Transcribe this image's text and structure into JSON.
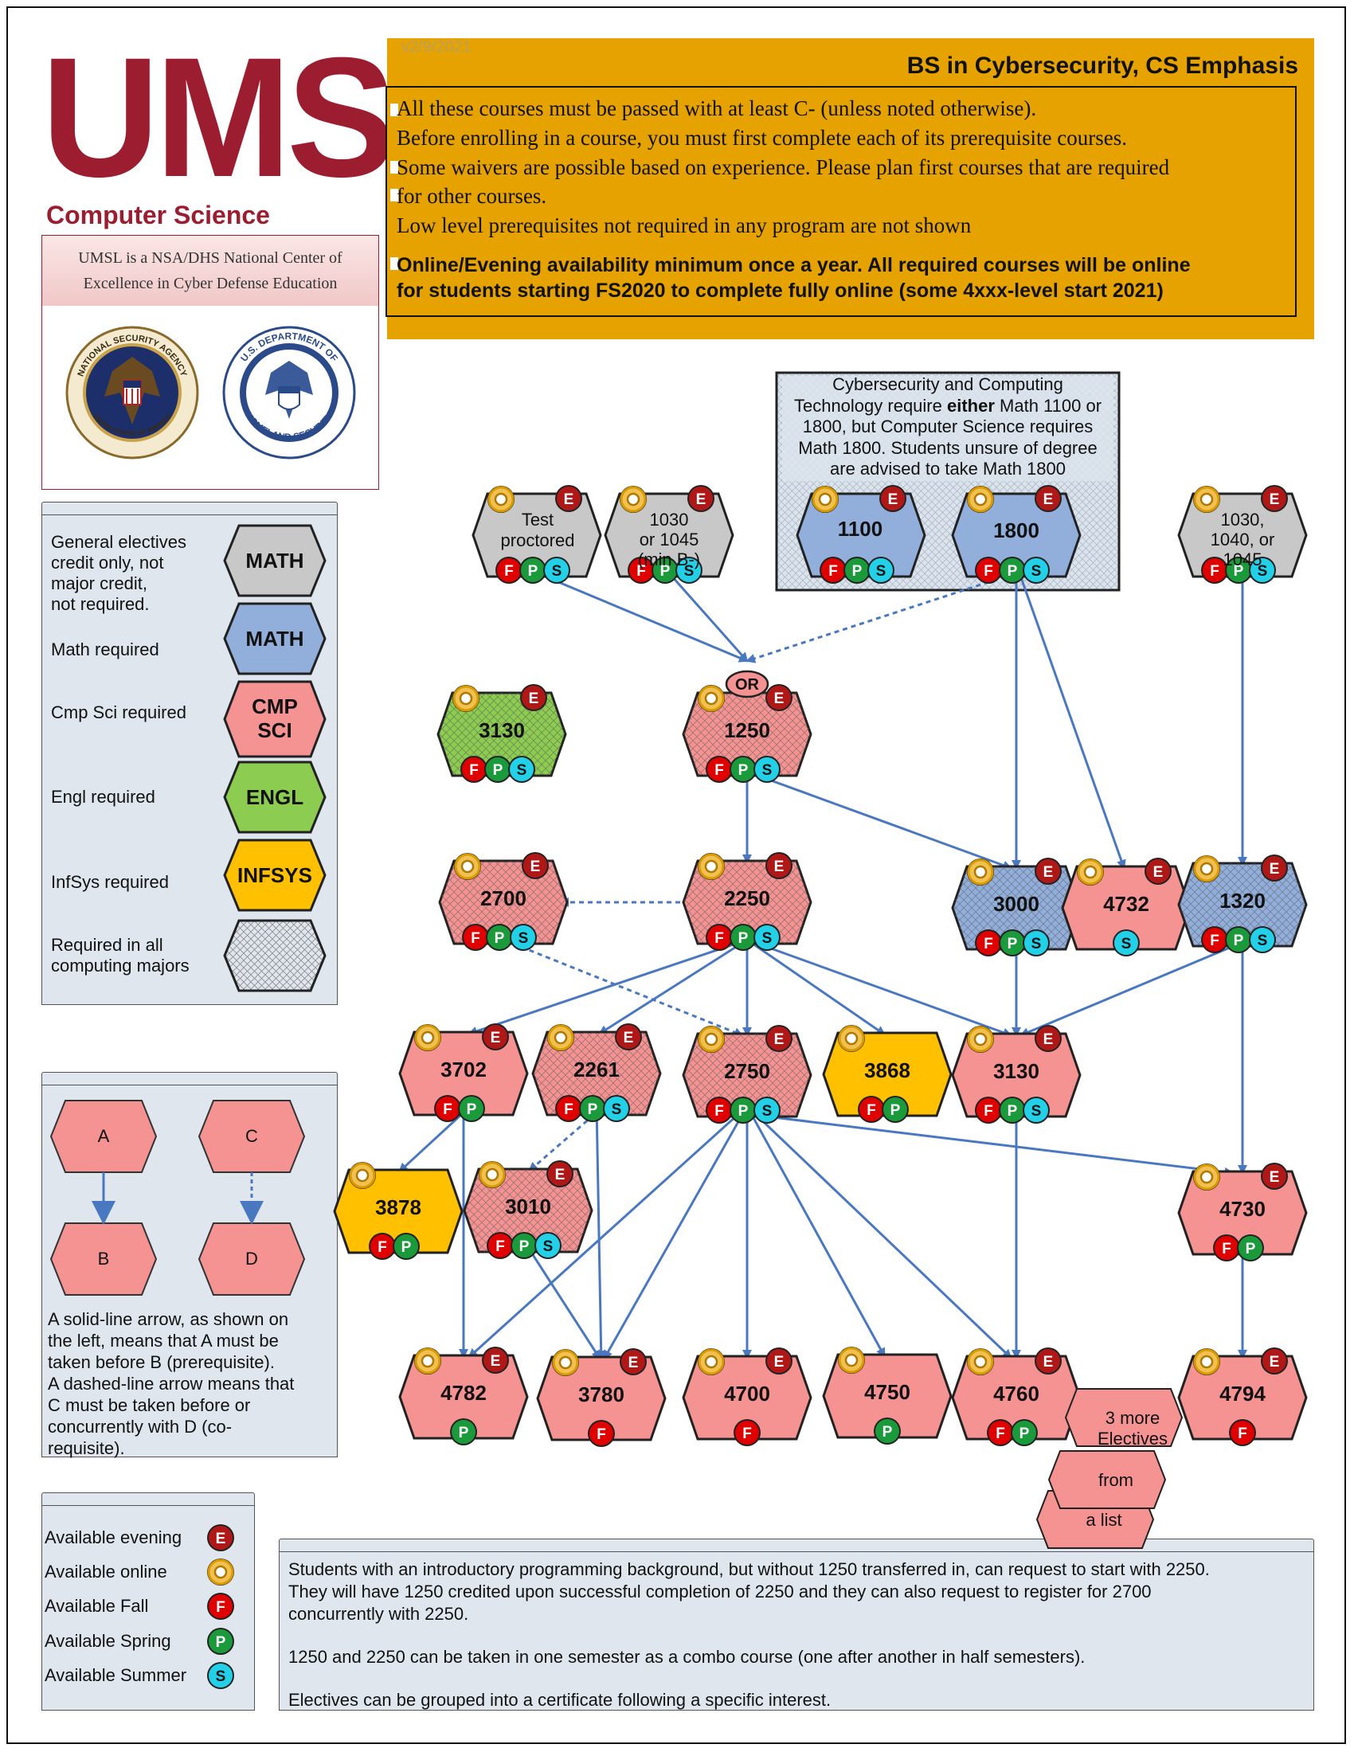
{
  "header": {
    "logo_text": "UMSL",
    "department": "Computer Science",
    "ncae_text_line1": "UMSL is a NSA/DHS National Center of",
    "ncae_text_line2": "Excellence in Cyber Defense Education",
    "nsa_seal_text": "NATIONAL SECURITY AGENCY",
    "nsa_seal_bottom": "UNITED STATES OF AMERICA",
    "dhs_seal_text": "U.S. DEPARTMENT OF",
    "dhs_seal_bottom": "HOMELAND SECURITY",
    "version": "v2/9/2021",
    "program_title": "BS in Cybersecurity, CS Emphasis"
  },
  "rules": {
    "line1": "All these courses must be passed with at least C- (unless noted otherwise).",
    "line2": "Before enrolling in a course, you must first complete each of its prerequisite courses.",
    "line3a": "Some waivers are possible based on experience. Please plan first courses that are required",
    "line3b": "for other courses.",
    "line4": "Low level prerequisites not required in any program are not shown",
    "online1": "Online/Evening availability minimum once a year. All required courses will be online",
    "online2": "for students starting FS2020 to complete fully online (some 4xxx-level start 2021)"
  },
  "legend_types": {
    "general_line1": "General electives",
    "general_line2": "credit only, not",
    "general_line3": "major credit,",
    "general_line4": "not required.",
    "general_hex": "MATH",
    "math_label": "Math required",
    "math_hex": "MATH",
    "cmp_label": "Cmp Sci required",
    "cmp_hex_line1": "CMP",
    "cmp_hex_line2": "SCI",
    "engl_label": "Engl required",
    "engl_hex": "ENGL",
    "infsys_label": "InfSys required",
    "infsys_hex": "INFSYS",
    "all_line1": "Required in all",
    "all_line2": "computing majors"
  },
  "legend_arrows": {
    "a": "A",
    "b": "B",
    "c": "C",
    "d": "D",
    "l1": "A solid-line arrow, as shown on",
    "l2": "the left, means that A must be",
    "l3": "taken before  B (prerequisite).",
    "l4": "A dashed-line arrow means that",
    "l5": "C must be taken before or",
    "l6": "concurrently with D (co-",
    "l7": "requisite)."
  },
  "legend_avail": {
    "evening": "Available evening",
    "online": "Available online",
    "fall": "Available Fall",
    "spring": "Available Spring",
    "summer": "Available Summer"
  },
  "badges": {
    "evening": "E",
    "online": "O",
    "fall": "F",
    "spring": "P",
    "summer": "S",
    "or": "OR"
  },
  "math_note": {
    "l1": "Cybersecurity and Computing",
    "l2_pre": "Technology require ",
    "l2_bold": "either",
    "l2_post": " Math 1100 or",
    "l3": "1800, but Computer Science requires",
    "l4": "Math 1800. Students unsure of degree",
    "l5": "are advised to take Math 1800"
  },
  "nodes": {
    "test_l1": "Test",
    "test_l2": "proctored",
    "m1030a_l1": "1030",
    "m1030a_l2": "or 1045",
    "m1030a_l3": "(min B-)",
    "m1100": "1100",
    "m1800": "1800",
    "m1030b_l1": "1030,",
    "m1030b_l2": "1040, or",
    "m1030b_l3": "1045",
    "e3130": "3130",
    "c1250": "1250",
    "c2700": "2700",
    "c2250": "2250",
    "c3000": "3000",
    "c4732": "4732",
    "c1320": "1320",
    "c3702": "3702",
    "c2261": "2261",
    "c2750": "2750",
    "c3868": "3868",
    "c3130": "3130",
    "c3878": "3878",
    "c3010": "3010",
    "c4730": "4730",
    "c4782": "4782",
    "c3780": "3780",
    "c4700": "4700",
    "c4750": "4750",
    "c4760": "4760",
    "c4794": "4794"
  },
  "electives": {
    "l1": "3 more",
    "l2": "Electives",
    "l3": "from",
    "l4": "a list"
  },
  "notes": {
    "n1": "Students with an introductory programming background, but without 1250 transferred in, can request to start with 2250.",
    "n2": "They will have 1250 credited upon successful completion of 2250 and they can also request to register for 2700",
    "n3": "concurrently with 2250.",
    "n4": "1250 and 2250 can be taken in one semester as a combo course (one after another in half semesters).",
    "n5": "Electives can be grouped into a certificate following a specific interest."
  },
  "colors": {
    "brand": "#9c1d2f",
    "header_orange": "#e6a300",
    "cmp_sci": "#f59393",
    "math": "#92afdc",
    "engl": "#8ccc50",
    "infsys": "#ffc000",
    "gen": "#c8c8c8",
    "arrow": "#4a78c0",
    "fall": "#e00000",
    "spring": "#1a9a3a",
    "summer": "#22d0e8",
    "evening": "#b01818",
    "online": "#d89a00"
  }
}
